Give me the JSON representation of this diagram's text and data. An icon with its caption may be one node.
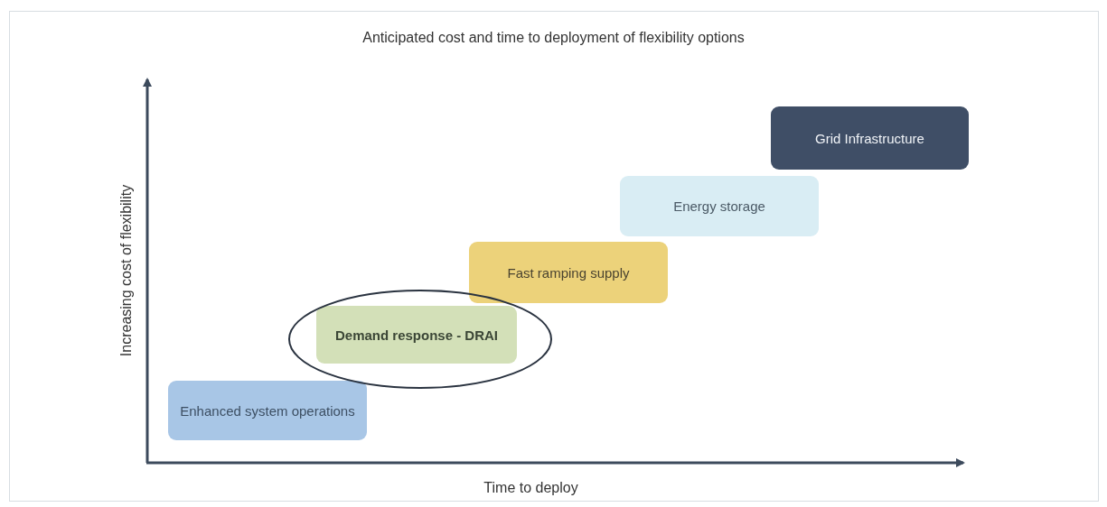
{
  "diagram": {
    "title": "Anticipated cost and time to deployment of flexibility options",
    "nodes": [
      {
        "text": [
          "Enhanced system operations"
        ]
      },
      {
        "text": [
          "Demand response - DRAI"
        ]
      },
      {
        "text": [
          "Fast ramping supply"
        ]
      },
      {
        "text": [
          "Energy storage"
        ]
      },
      {
        "text": [
          "Grid Infrastructure"
        ]
      }
    ],
    "labels": [
      "Increasing cost of flexibility",
      "Time to deploy"
    ]
  }
}
